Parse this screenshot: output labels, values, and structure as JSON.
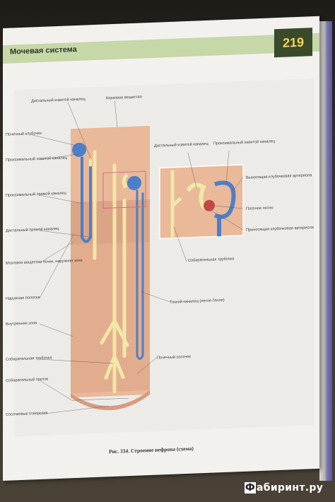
{
  "header": {
    "title": "Мочевая система",
    "page_number": "219"
  },
  "diagram": {
    "labels_left": [
      "Почечный клубочек",
      "Проксимальный извитой каналец",
      "Проксимальный прямой каналец",
      "Дистальный прямой каналец",
      "Мозговое вещество почки, наружная зона",
      "Наружная полоска",
      "Внутренняя зона",
      "Собирательная трубочка",
      "Собирательный проток",
      "Сосочковые отверстия"
    ],
    "labels_top": [
      "Дистальный извитой каналец",
      "Корковое вещество"
    ],
    "labels_inset": [
      "Дистальный извитой каналец",
      "Проксимальный извитой каналец",
      "Выносящая клубочковая артериола",
      "Плотное пятно",
      "Приносящая клубочковая артериола",
      "Собирательная трубочка"
    ],
    "labels_right": [
      "Тонкий каналец (петля Генле)",
      "Почечный сосочек"
    ],
    "caption": "Рис. 334. Строение нефрона (схема)",
    "colors": {
      "cortex": "#e9b99a",
      "medulla": "#d9a888",
      "inner_zone": "#e7b495",
      "tubule_blue": "#4d7fc7",
      "tubule_yellow": "#f1e7a6",
      "frame": "#d07080"
    }
  },
  "watermark": {
    "icon": "Ф",
    "text": "абиринт.ру"
  }
}
